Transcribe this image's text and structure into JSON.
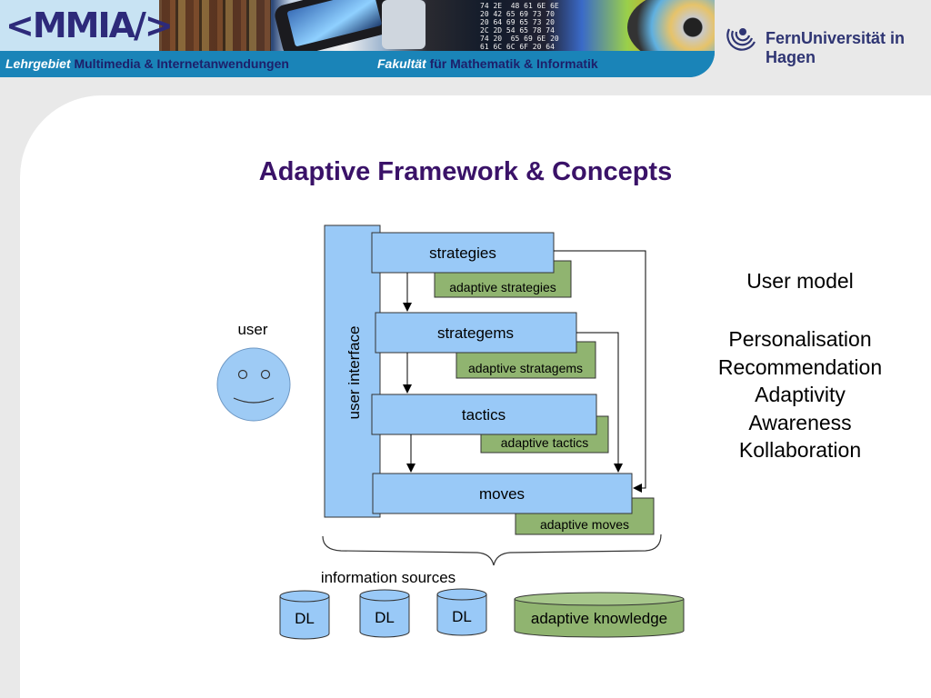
{
  "header": {
    "logo_text": "<MMIA/>",
    "hex_lines": [
      "74 2E  48 61 6E 6E",
      "20 42 65 69 73 70",
      "20 64 69 65 73 20",
      "2C 2D 54 65 78 74",
      "74 20  65 69 6E 20",
      "61 6C 6C 6F 20 64"
    ],
    "lehrgebiet_label": "Lehrgebiet",
    "lehrgebiet_value": "Multimedia & Internetanwendungen",
    "fakultaet_label": "Fakultät",
    "fakultaet_value": "für Mathematik & Informatik",
    "university": "FernUniversität in Hagen"
  },
  "slide": {
    "title": "Adaptive Framework & Concepts"
  },
  "diagram": {
    "user_label": "user",
    "ui_label": "user interface",
    "layers": [
      {
        "label": "strategies",
        "adaptive": "adaptive strategies"
      },
      {
        "label": "strategems",
        "adaptive": "adaptive stratagems"
      },
      {
        "label": "tactics",
        "adaptive": "adaptive tactics"
      },
      {
        "label": "moves",
        "adaptive": "adaptive moves"
      }
    ],
    "sources_label": "information sources",
    "sources": [
      "DL",
      "DL",
      "DL"
    ],
    "adaptive_knowledge": "adaptive knowledge"
  },
  "side": {
    "user_model": "User model",
    "concepts": [
      "Personalisation",
      "Recommendation",
      "Adaptivity",
      "Awareness",
      "Kollaboration"
    ]
  },
  "colors": {
    "title": "#3a1268",
    "box_blue": "#99c9f7",
    "box_green": "#90b470",
    "header_blue": "#1a84b8"
  }
}
